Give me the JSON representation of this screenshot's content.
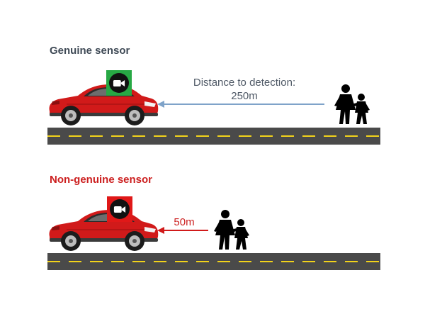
{
  "colors": {
    "background": "#ffffff",
    "road": "#4a4a4a",
    "lane_marking": "#f2d21a",
    "car": "#d11a1a",
    "genuine_heading": "#3f4a56",
    "genuine_sensor": "#27a844",
    "genuine_arrow": "#7fa3c9",
    "genuine_label": "#4f5966",
    "non_genuine_heading": "#cc1f1f",
    "non_genuine_sensor": "#e01818",
    "non_genuine_arrow": "#d11a1a",
    "non_genuine_label": "#cc1f1f"
  },
  "scenes": [
    {
      "heading": "Genuine sensor",
      "distance_label_line1": "Distance to detection:",
      "distance_label_line2": "250m",
      "sensor_icon": "video-camera-icon",
      "car_icon": "red-car-icon",
      "pedestrian_icon": "two-children-walking-icon"
    },
    {
      "heading": "Non-genuine sensor",
      "distance_label_line1": "50m",
      "sensor_icon": "video-camera-icon",
      "car_icon": "red-car-icon",
      "pedestrian_icon": "two-children-walking-icon"
    }
  ]
}
